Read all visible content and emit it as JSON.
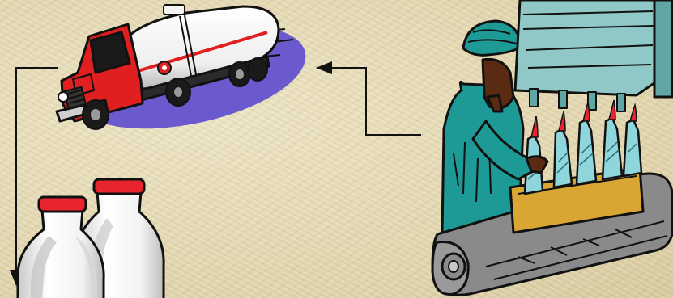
{
  "scene": {
    "background_color": "#e6dcb8",
    "icons": {
      "truck": "milk-tanker-truck",
      "bottles": "milk-bottles",
      "factory": "bottling-factory-worker"
    },
    "colors": {
      "truck_cab": "#e02020",
      "tank": "#f4f4f4",
      "truck_shadow": "#6a5acd",
      "worker_uniform": "#1e9a96",
      "bottle_caps": "#e8242e",
      "box": "#d9a533",
      "conveyor": "#8a8a8a",
      "machine": "#8fc8c6",
      "arrows": "#111111"
    },
    "flow": [
      "factory",
      "truck",
      "bottles"
    ]
  }
}
